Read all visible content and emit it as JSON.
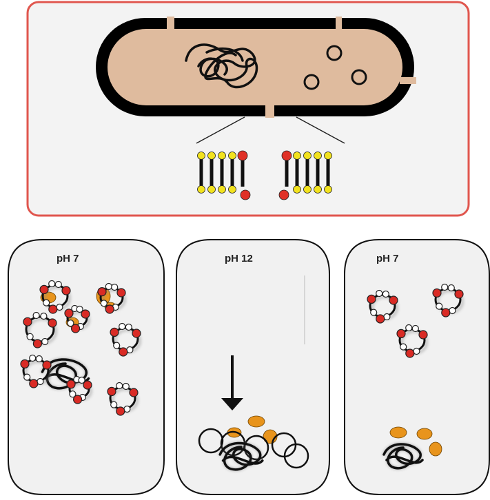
{
  "tubes": [
    {
      "label": "pH 7"
    },
    {
      "label": "pH 12"
    },
    {
      "label": "pH 7"
    }
  ],
  "colors": {
    "cell_outline": "#e0564e",
    "cytoplasm": "#dfbb9e",
    "cell_wall": "#000000",
    "phospholipid_head": "#f2e21e",
    "phospholipid_head_red": "#e03127",
    "plasmid_red": "#d92b25",
    "protein_orange": "#e8941c",
    "tube_fill": "#f1f1f1"
  },
  "icons": [
    "dna-coil",
    "plasmid",
    "membrane-bilayer",
    "down-arrow"
  ]
}
